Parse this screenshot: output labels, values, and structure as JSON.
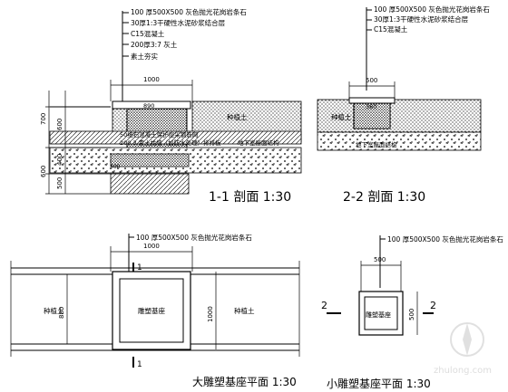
{
  "section_1_1": {
    "title": "1-1 剖面 1:30",
    "layers": [
      "100 厚500X500 灰色抛光花岗岩条石",
      "30厚1:3干硬性水泥砂浆结合层",
      "C15混凝土",
      "200厚3:7 灰土",
      "素土夯实"
    ],
    "dim_width": "1000",
    "dim_inner": "890",
    "dim_left": [
      "700",
      "600",
      "400",
      "500",
      "600"
    ],
    "dim_small": "300",
    "planting_label": "种植土",
    "underground_label": "地下室屋面结构",
    "note_line1": "50细石混凝土保护层采钢筋网",
    "note_line2": "200 3 素土找坡（加防水处理）排排板"
  },
  "section_2_2": {
    "title": "2-2 剖面 1:30",
    "layers": [
      "100 厚500X500 灰色抛光花岗岩条石",
      "30厚1:3干硬性水泥砂浆结合层",
      "C15混凝土"
    ],
    "dim_width": "500",
    "dim_inner": "360",
    "planting_label": "种植土",
    "underground_label": "地下室屋面结构"
  },
  "plan_large": {
    "title": "大雕塑基座平面 1:30",
    "leader_label": "100 厚500X500 灰色抛光花岗岩条石",
    "dim_top": "1000",
    "dim_left": "880",
    "dim_right": "1000",
    "center_label": "雕塑基座",
    "left_label": "种植土",
    "right_label": "种植土",
    "cut_mark": "1"
  },
  "plan_small": {
    "title": "小雕塑基座平面 1:30",
    "leader_label": "100 厚500X500 灰色抛光花岗岩条石",
    "dim_top": "500",
    "dim_right": "500",
    "center_label": "雕塑基座",
    "cut_mark": "2"
  },
  "watermark": "zhulong.com"
}
